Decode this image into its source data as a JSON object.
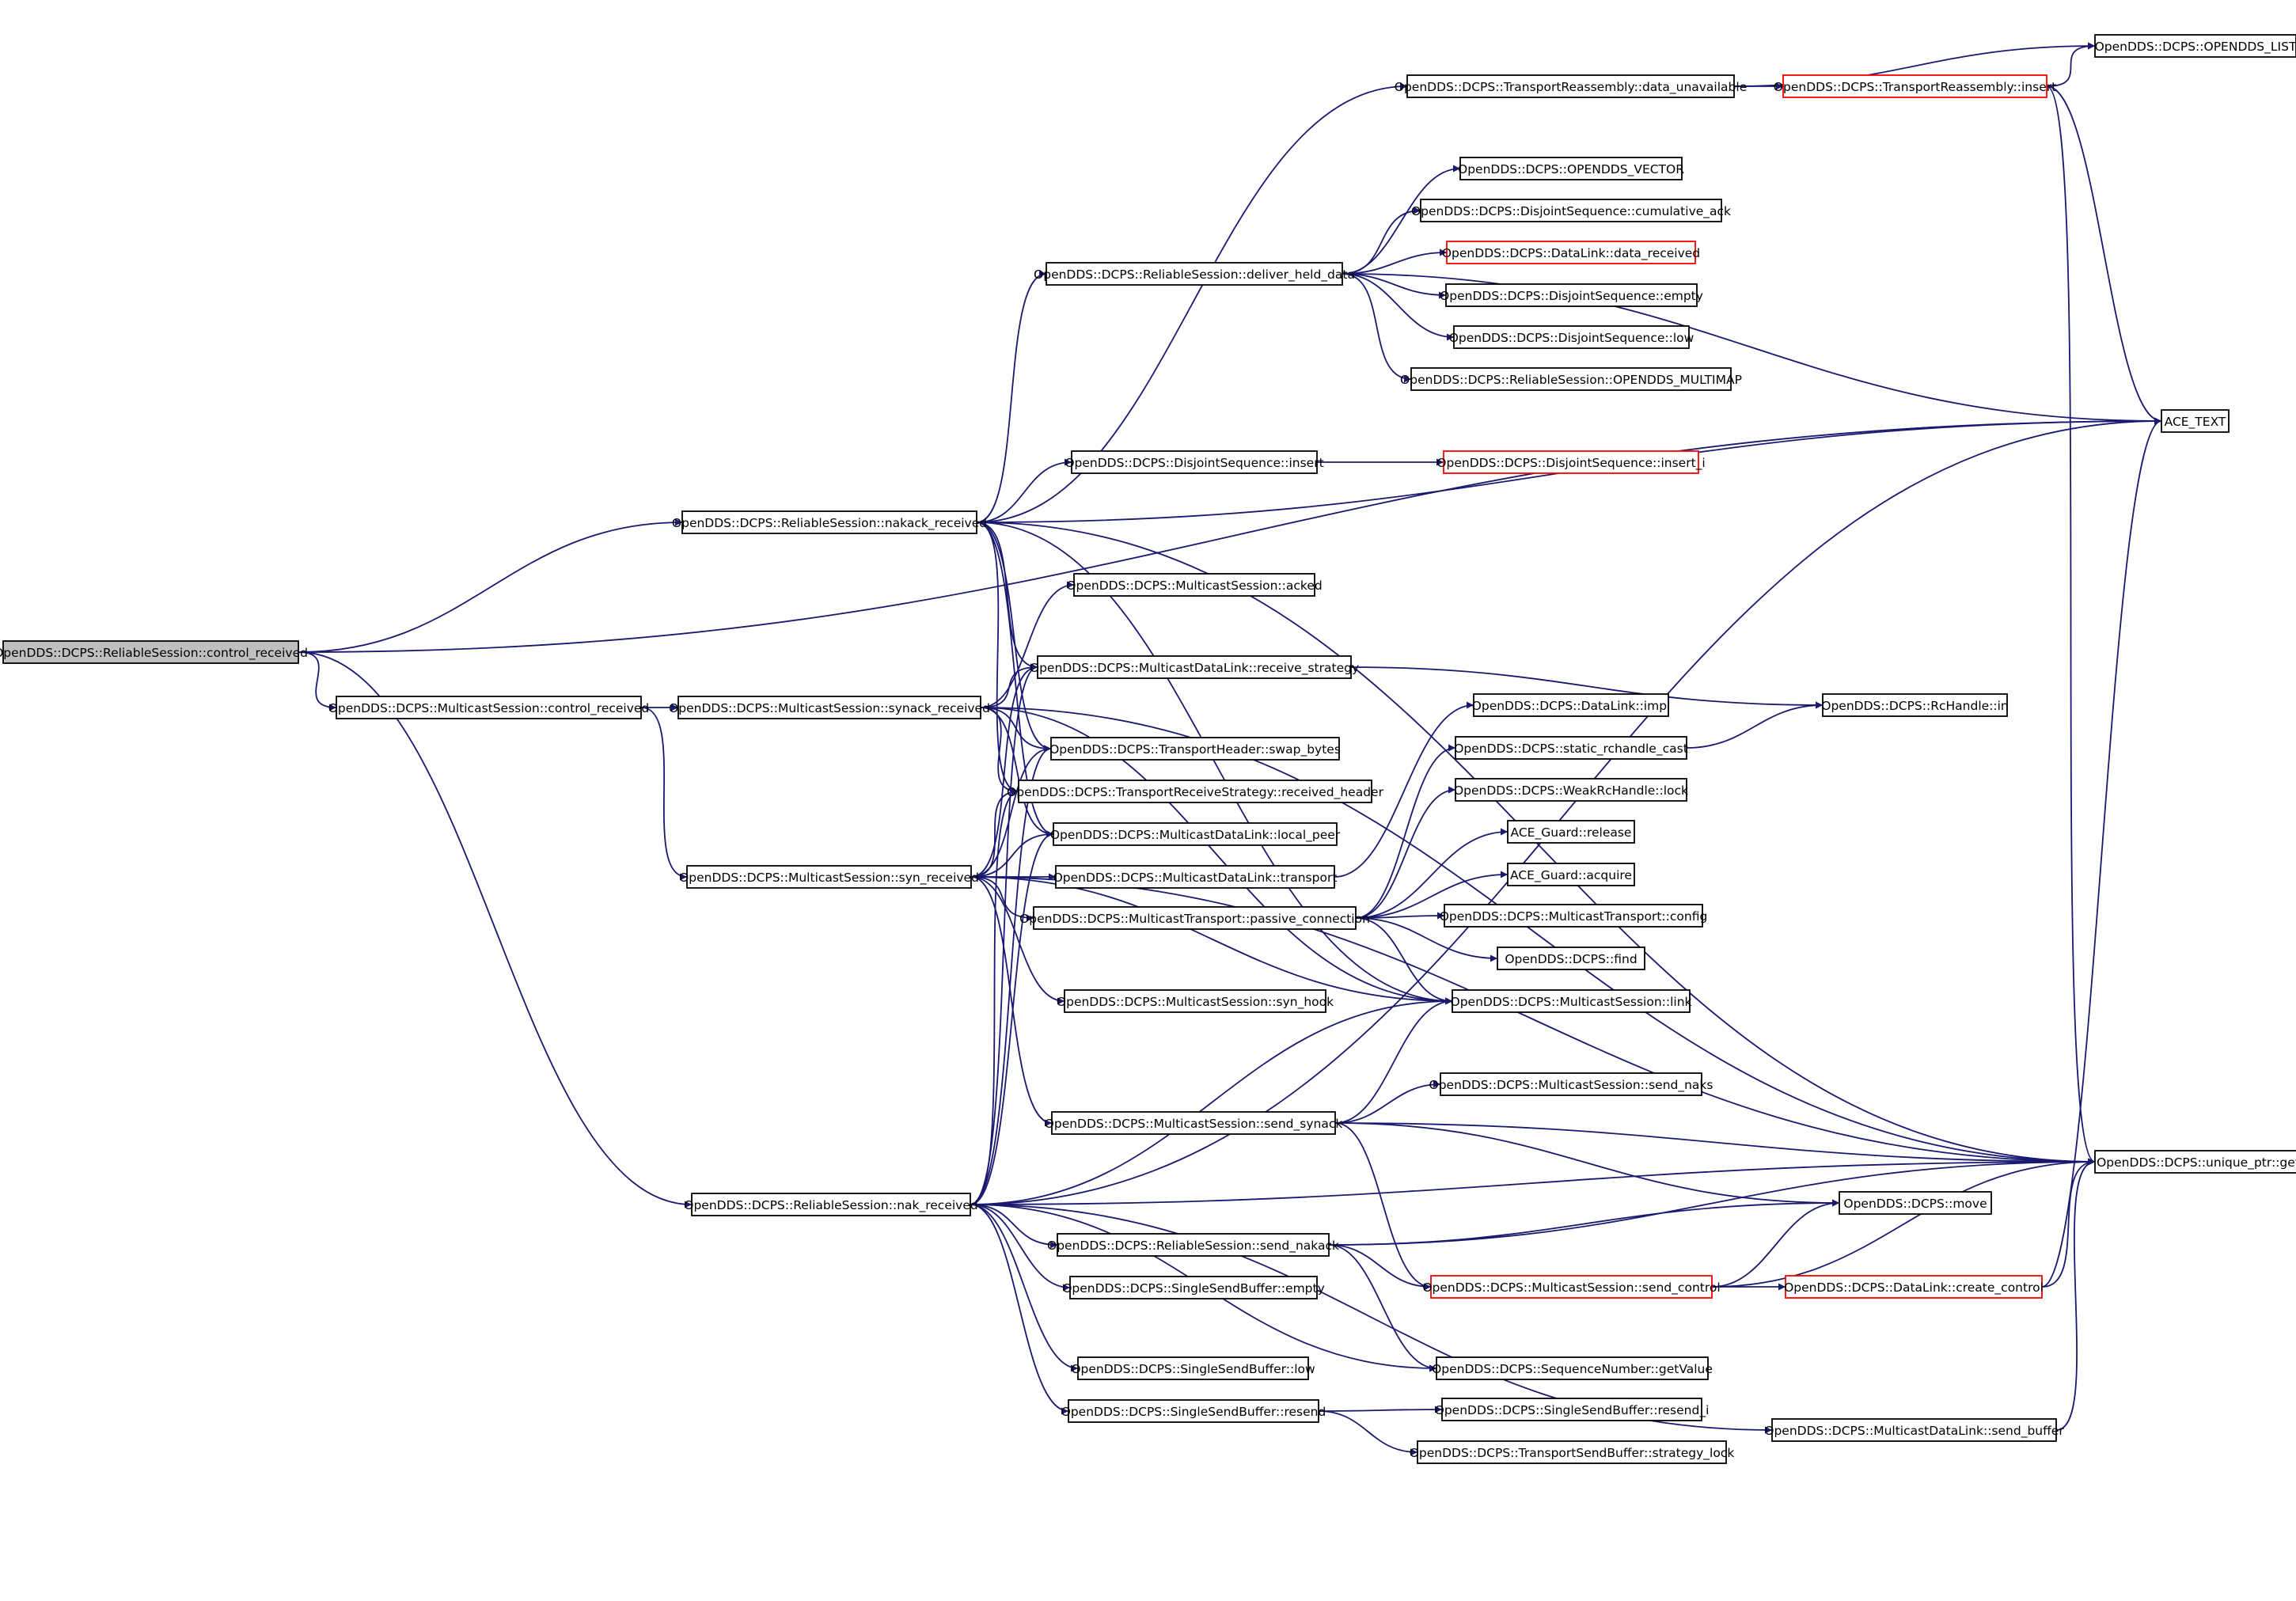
{
  "colors": {
    "edge": "#191970",
    "border_normal": "#000000",
    "border_truncated": "#ff0000",
    "root_fill": "#bfbfbf",
    "node_fill": "#ffffff"
  },
  "nodes": [
    {
      "id": "root",
      "label": "OpenDDS::DCPS::ReliableSession::control_received",
      "style": "root"
    },
    {
      "id": "ms_control_received",
      "label": "OpenDDS::DCPS::MulticastSession::control_received",
      "style": "normal"
    },
    {
      "id": "nakack_received",
      "label": "OpenDDS::DCPS::ReliableSession::nakack_received",
      "style": "normal"
    },
    {
      "id": "nak_received",
      "label": "OpenDDS::DCPS::ReliableSession::nak_received",
      "style": "normal"
    },
    {
      "id": "synack_received",
      "label": "OpenDDS::DCPS::MulticastSession::synack_received",
      "style": "normal"
    },
    {
      "id": "syn_received",
      "label": "OpenDDS::DCPS::MulticastSession::syn_received",
      "style": "normal"
    },
    {
      "id": "data_unavailable",
      "label": "OpenDDS::DCPS::TransportReassembly::data_unavailable",
      "style": "normal"
    },
    {
      "id": "tr_insert",
      "label": "OpenDDS::DCPS::TransportReassembly::insert",
      "style": "truncated"
    },
    {
      "id": "opendds_list",
      "label": "OpenDDS::DCPS::OPENDDS_LIST",
      "style": "normal"
    },
    {
      "id": "opendds_vector",
      "label": "OpenDDS::DCPS::OPENDDS_VECTOR",
      "style": "normal"
    },
    {
      "id": "cumulative_ack",
      "label": "OpenDDS::DCPS::DisjointSequence::cumulative_ack",
      "style": "normal"
    },
    {
      "id": "deliver_held_data",
      "label": "OpenDDS::DCPS::ReliableSession::deliver_held_data",
      "style": "normal"
    },
    {
      "id": "data_received",
      "label": "OpenDDS::DCPS::DataLink::data_received",
      "style": "truncated"
    },
    {
      "id": "ds_empty",
      "label": "OpenDDS::DCPS::DisjointSequence::empty",
      "style": "normal"
    },
    {
      "id": "ds_low",
      "label": "OpenDDS::DCPS::DisjointSequence::low",
      "style": "normal"
    },
    {
      "id": "opendds_multimap",
      "label": "OpenDDS::DCPS::ReliableSession::OPENDDS_MULTIMAP",
      "style": "normal"
    },
    {
      "id": "ace_text",
      "label": "ACE_TEXT",
      "style": "normal"
    },
    {
      "id": "ds_insert",
      "label": "OpenDDS::DCPS::DisjointSequence::insert",
      "style": "normal"
    },
    {
      "id": "ds_insert_i",
      "label": "OpenDDS::DCPS::DisjointSequence::insert_i",
      "style": "truncated"
    },
    {
      "id": "acked",
      "label": "OpenDDS::DCPS::MulticastSession::acked",
      "style": "normal"
    },
    {
      "id": "receive_strategy",
      "label": "OpenDDS::DCPS::MulticastDataLink::receive_strategy",
      "style": "normal"
    },
    {
      "id": "swap_bytes",
      "label": "OpenDDS::DCPS::TransportHeader::swap_bytes",
      "style": "normal"
    },
    {
      "id": "received_header",
      "label": "OpenDDS::DCPS::TransportReceiveStrategy::received_header",
      "style": "normal"
    },
    {
      "id": "local_peer",
      "label": "OpenDDS::DCPS::MulticastDataLink::local_peer",
      "style": "normal"
    },
    {
      "id": "mdl_transport",
      "label": "OpenDDS::DCPS::MulticastDataLink::transport",
      "style": "normal"
    },
    {
      "id": "passive_connection",
      "label": "OpenDDS::DCPS::MulticastTransport::passive_connection",
      "style": "normal"
    },
    {
      "id": "syn_hook",
      "label": "OpenDDS::DCPS::MulticastSession::syn_hook",
      "style": "normal"
    },
    {
      "id": "dl_impl",
      "label": "OpenDDS::DCPS::DataLink::impl",
      "style": "normal"
    },
    {
      "id": "static_rchandle_cast",
      "label": "OpenDDS::DCPS::static_rchandle_cast",
      "style": "normal"
    },
    {
      "id": "rchandle_in",
      "label": "OpenDDS::DCPS::RcHandle::in",
      "style": "normal"
    },
    {
      "id": "weak_lock",
      "label": "OpenDDS::DCPS::WeakRcHandle::lock",
      "style": "normal"
    },
    {
      "id": "ace_release",
      "label": "ACE_Guard::release",
      "style": "normal"
    },
    {
      "id": "ace_acquire",
      "label": "ACE_Guard::acquire",
      "style": "normal"
    },
    {
      "id": "mt_config",
      "label": "OpenDDS::DCPS::MulticastTransport::config",
      "style": "normal"
    },
    {
      "id": "dcps_find",
      "label": "OpenDDS::DCPS::find",
      "style": "normal"
    },
    {
      "id": "ms_link",
      "label": "OpenDDS::DCPS::MulticastSession::link",
      "style": "normal"
    },
    {
      "id": "send_naks",
      "label": "OpenDDS::DCPS::MulticastSession::send_naks",
      "style": "normal"
    },
    {
      "id": "send_synack",
      "label": "OpenDDS::DCPS::MulticastSession::send_synack",
      "style": "normal"
    },
    {
      "id": "unique_ptr_get",
      "label": "OpenDDS::DCPS::unique_ptr::get",
      "style": "normal"
    },
    {
      "id": "dcps_move",
      "label": "OpenDDS::DCPS::move",
      "style": "normal"
    },
    {
      "id": "send_nakack",
      "label": "OpenDDS::DCPS::ReliableSession::send_nakack",
      "style": "normal"
    },
    {
      "id": "send_control",
      "label": "OpenDDS::DCPS::MulticastSession::send_control",
      "style": "truncated"
    },
    {
      "id": "create_control",
      "label": "OpenDDS::DCPS::DataLink::create_control",
      "style": "truncated"
    },
    {
      "id": "ssb_empty",
      "label": "OpenDDS::DCPS::SingleSendBuffer::empty",
      "style": "normal"
    },
    {
      "id": "get_value",
      "label": "OpenDDS::DCPS::SequenceNumber::getValue",
      "style": "normal"
    },
    {
      "id": "ssb_low",
      "label": "OpenDDS::DCPS::SingleSendBuffer::low",
      "style": "normal"
    },
    {
      "id": "ssb_resend",
      "label": "OpenDDS::DCPS::SingleSendBuffer::resend",
      "style": "normal"
    },
    {
      "id": "ssb_resend_i",
      "label": "OpenDDS::DCPS::SingleSendBuffer::resend_i",
      "style": "normal"
    },
    {
      "id": "strategy_lock",
      "label": "OpenDDS::DCPS::TransportSendBuffer::strategy_lock",
      "style": "normal"
    },
    {
      "id": "send_buffer",
      "label": "OpenDDS::DCPS::MulticastDataLink::send_buffer",
      "style": "normal"
    }
  ],
  "edges": [
    [
      "root",
      "ms_control_received"
    ],
    [
      "root",
      "nakack_received"
    ],
    [
      "root",
      "nak_received"
    ],
    [
      "root",
      "ace_text"
    ],
    [
      "ms_control_received",
      "synack_received"
    ],
    [
      "ms_control_received",
      "syn_received"
    ],
    [
      "nakack_received",
      "data_unavailable"
    ],
    [
      "nakack_received",
      "deliver_held_data"
    ],
    [
      "nakack_received",
      "ace_text"
    ],
    [
      "nakack_received",
      "ds_insert"
    ],
    [
      "nakack_received",
      "receive_strategy"
    ],
    [
      "nakack_received",
      "swap_bytes"
    ],
    [
      "nakack_received",
      "received_header"
    ],
    [
      "nakack_received",
      "local_peer"
    ],
    [
      "nakack_received",
      "ms_link"
    ],
    [
      "nakack_received",
      "unique_ptr_get"
    ],
    [
      "data_unavailable",
      "tr_insert"
    ],
    [
      "data_unavailable",
      "opendds_list"
    ],
    [
      "tr_insert",
      "opendds_list"
    ],
    [
      "tr_insert",
      "ace_text"
    ],
    [
      "tr_insert",
      "unique_ptr_get"
    ],
    [
      "deliver_held_data",
      "opendds_vector"
    ],
    [
      "deliver_held_data",
      "cumulative_ack"
    ],
    [
      "deliver_held_data",
      "data_received"
    ],
    [
      "deliver_held_data",
      "ds_empty"
    ],
    [
      "deliver_held_data",
      "ds_low"
    ],
    [
      "deliver_held_data",
      "opendds_multimap"
    ],
    [
      "deliver_held_data",
      "ace_text"
    ],
    [
      "ds_insert",
      "ds_insert_i"
    ],
    [
      "synack_received",
      "acked"
    ],
    [
      "synack_received",
      "receive_strategy"
    ],
    [
      "synack_received",
      "swap_bytes"
    ],
    [
      "synack_received",
      "received_header"
    ],
    [
      "synack_received",
      "local_peer"
    ],
    [
      "synack_received",
      "ms_link"
    ],
    [
      "synack_received",
      "unique_ptr_get"
    ],
    [
      "receive_strategy",
      "rchandle_in"
    ],
    [
      "syn_received",
      "receive_strategy"
    ],
    [
      "syn_received",
      "swap_bytes"
    ],
    [
      "syn_received",
      "received_header"
    ],
    [
      "syn_received",
      "local_peer"
    ],
    [
      "syn_received",
      "mdl_transport"
    ],
    [
      "syn_received",
      "passive_connection"
    ],
    [
      "syn_received",
      "syn_hook"
    ],
    [
      "syn_received",
      "ms_link"
    ],
    [
      "syn_received",
      "send_synack"
    ],
    [
      "syn_received",
      "unique_ptr_get"
    ],
    [
      "mdl_transport",
      "dl_impl"
    ],
    [
      "passive_connection",
      "static_rchandle_cast"
    ],
    [
      "passive_connection",
      "weak_lock"
    ],
    [
      "passive_connection",
      "ace_release"
    ],
    [
      "passive_connection",
      "ace_acquire"
    ],
    [
      "passive_connection",
      "mt_config"
    ],
    [
      "passive_connection",
      "dcps_find"
    ],
    [
      "passive_connection",
      "ms_link"
    ],
    [
      "static_rchandle_cast",
      "rchandle_in"
    ],
    [
      "send_synack",
      "ms_link"
    ],
    [
      "send_synack",
      "send_naks"
    ],
    [
      "send_synack",
      "unique_ptr_get"
    ],
    [
      "send_synack",
      "dcps_move"
    ],
    [
      "send_synack",
      "send_control"
    ],
    [
      "nak_received",
      "receive_strategy"
    ],
    [
      "nak_received",
      "swap_bytes"
    ],
    [
      "nak_received",
      "received_header"
    ],
    [
      "nak_received",
      "local_peer"
    ],
    [
      "nak_received",
      "ms_link"
    ],
    [
      "nak_received",
      "ace_text"
    ],
    [
      "nak_received",
      "send_nakack"
    ],
    [
      "nak_received",
      "ssb_empty"
    ],
    [
      "nak_received",
      "get_value"
    ],
    [
      "nak_received",
      "ssb_low"
    ],
    [
      "nak_received",
      "ssb_resend"
    ],
    [
      "nak_received",
      "send_buffer"
    ],
    [
      "nak_received",
      "unique_ptr_get"
    ],
    [
      "send_nakack",
      "dcps_move"
    ],
    [
      "send_nakack",
      "send_control"
    ],
    [
      "send_nakack",
      "get_value"
    ],
    [
      "send_nakack",
      "unique_ptr_get"
    ],
    [
      "send_control",
      "create_control"
    ],
    [
      "send_control",
      "dcps_move"
    ],
    [
      "send_control",
      "unique_ptr_get"
    ],
    [
      "create_control",
      "unique_ptr_get"
    ],
    [
      "create_control",
      "ace_text"
    ],
    [
      "ssb_resend",
      "ssb_resend_i"
    ],
    [
      "ssb_resend",
      "strategy_lock"
    ],
    [
      "send_buffer",
      "unique_ptr_get"
    ]
  ]
}
